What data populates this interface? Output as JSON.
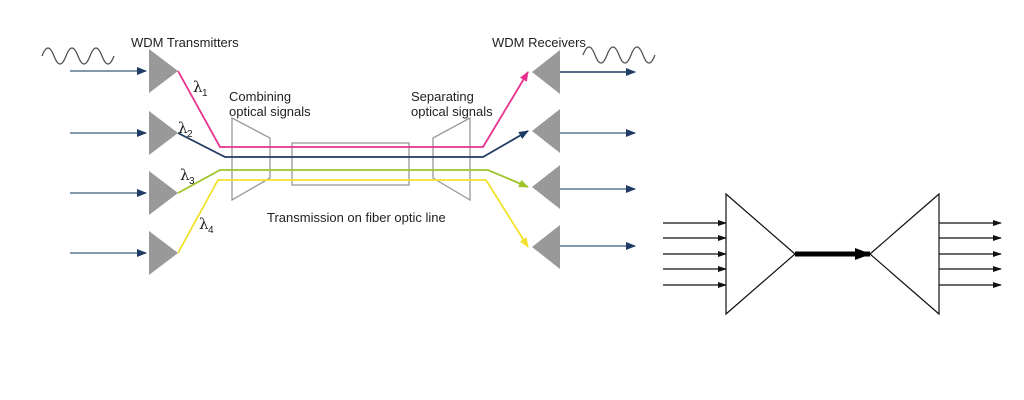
{
  "labels": {
    "transmitters": "WDM Transmitters",
    "receivers": "WDM Receivers",
    "combining_line1": "Combining",
    "combining_line2": "optical signals",
    "separating_line1": "Separating",
    "separating_line2": "optical signals",
    "transmission": "Transmission on fiber optic line"
  },
  "wavelengths": [
    {
      "symbol": "λ",
      "index": "1"
    },
    {
      "symbol": "λ",
      "index": "2"
    },
    {
      "symbol": "λ",
      "index": "3"
    },
    {
      "symbol": "λ",
      "index": "4"
    }
  ],
  "colors": {
    "channel_1": "#e8318e",
    "channel_2": "#1f3b63",
    "channel_3": "#9ec42a",
    "channel_4": "#f2e12a",
    "device": "#999999",
    "input_arrow": "#5a7894",
    "output_arrow": "#1f3b63",
    "outline": "#999999"
  },
  "icons": {
    "input_signal": "sine-wave-icon",
    "output_signal": "sine-wave-icon"
  }
}
